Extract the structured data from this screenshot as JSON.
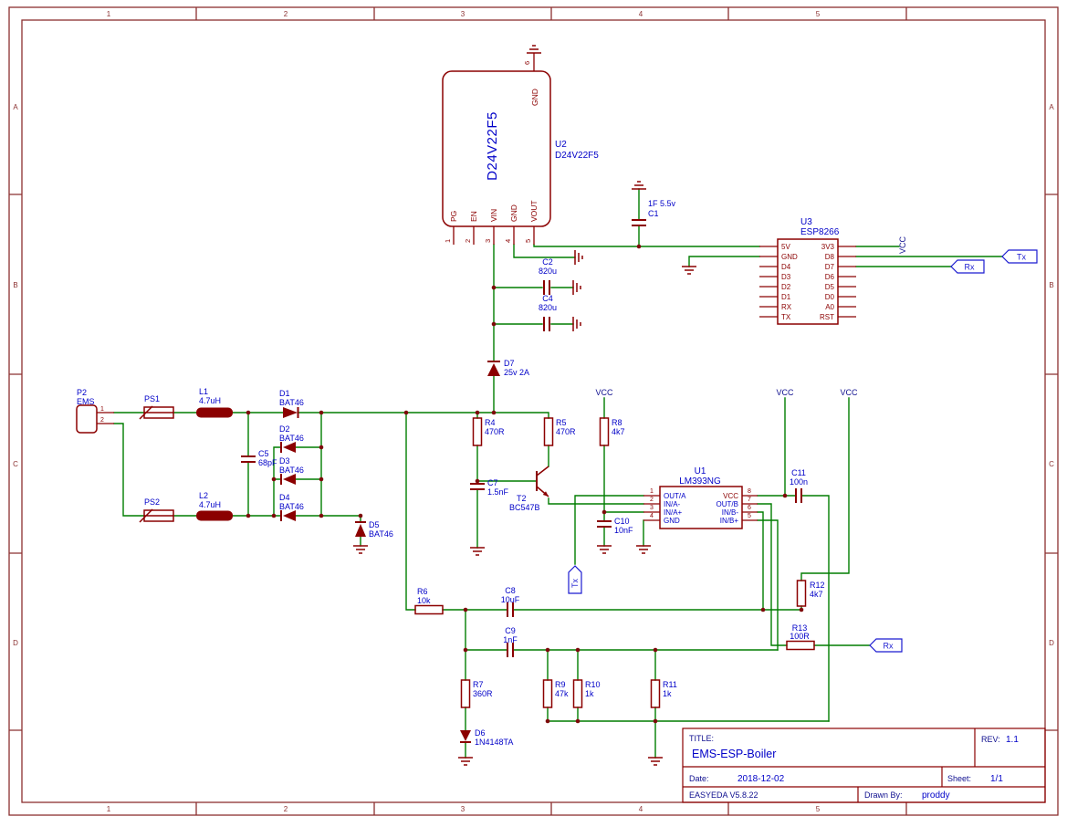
{
  "frame": {
    "columns": [
      "1",
      "2",
      "3",
      "4",
      "5"
    ],
    "rows": [
      "A",
      "B",
      "C",
      "D"
    ]
  },
  "labels": {
    "vcc": "VCC",
    "tx": "Tx",
    "rx": "Rx"
  },
  "u2": {
    "ref": "U2",
    "value": "D24V22F5",
    "body": "D24V22F5",
    "pin_numbers": [
      "1",
      "2",
      "3",
      "4",
      "5"
    ],
    "pin_names": [
      "PG",
      "EN",
      "VIN",
      "GND",
      "VOUT"
    ],
    "top_pin_number": "6",
    "top_pin_name": "GND"
  },
  "u3": {
    "ref": "U3",
    "value": "ESP8266",
    "left_pins": [
      "5V",
      "GND",
      "D4",
      "D3",
      "D2",
      "D1",
      "RX",
      "TX"
    ],
    "right_pins": [
      "3V3",
      "D8",
      "D7",
      "D6",
      "D5",
      "D0",
      "A0",
      "RST"
    ]
  },
  "u1": {
    "ref": "U1",
    "value": "LM393NG",
    "left_numbers": [
      "1",
      "2",
      "3",
      "4"
    ],
    "left_names": [
      "OUT/A",
      "IN/A-",
      "IN/A+",
      "GND"
    ],
    "right_numbers": [
      "8",
      "7",
      "6",
      "5"
    ],
    "right_names": [
      "VCC",
      "OUT/B",
      "IN/B-",
      "IN/B+"
    ]
  },
  "p2": {
    "ref": "P2",
    "value": "EMS",
    "pin_numbers": [
      "1",
      "2"
    ]
  },
  "parts": {
    "ps1": "PS1",
    "ps2": "PS2",
    "l1": {
      "ref": "L1",
      "value": "4.7uH"
    },
    "l2": {
      "ref": "L2",
      "value": "4.7uH"
    },
    "d1": {
      "ref": "D1",
      "value": "BAT46"
    },
    "d2": {
      "ref": "D2",
      "value": "BAT46"
    },
    "d3": {
      "ref": "D3",
      "value": "BAT46"
    },
    "d4": {
      "ref": "D4",
      "value": "BAT46"
    },
    "d5": {
      "ref": "D5",
      "value": "BAT46"
    },
    "d6": {
      "ref": "D6",
      "value": "1N4148TA"
    },
    "d7": {
      "ref": "D7",
      "value": "25v 2A"
    },
    "c1": {
      "ref": "C1",
      "value": "1F 5.5v"
    },
    "c2": {
      "ref": "C2",
      "value": "820u"
    },
    "c4": {
      "ref": "C4",
      "value": "820u"
    },
    "c5": {
      "ref": "C5",
      "value": "68pF"
    },
    "c7": {
      "ref": "C7",
      "value": "1.5nF"
    },
    "c8": {
      "ref": "C8",
      "value": "10uF"
    },
    "c9": {
      "ref": "C9",
      "value": "1nF"
    },
    "c10": {
      "ref": "C10",
      "value": "10nF"
    },
    "c11": {
      "ref": "C11",
      "value": "100n"
    },
    "r4": {
      "ref": "R4",
      "value": "470R"
    },
    "r5": {
      "ref": "R5",
      "value": "470R"
    },
    "r6": {
      "ref": "R6",
      "value": "10k"
    },
    "r7": {
      "ref": "R7",
      "value": "360R"
    },
    "r8": {
      "ref": "R8",
      "value": "4k7"
    },
    "r9": {
      "ref": "R9",
      "value": "47k"
    },
    "r10": {
      "ref": "R10",
      "value": "1k"
    },
    "r11": {
      "ref": "R11",
      "value": "1k"
    },
    "r12": {
      "ref": "R12",
      "value": "4k7"
    },
    "r13": {
      "ref": "R13",
      "value": "100R"
    },
    "t2": {
      "ref": "T2",
      "value": "BC547B"
    }
  },
  "title_block": {
    "title_label": "TITLE:",
    "title": "EMS-ESP-Boiler",
    "rev_label": "REV:",
    "rev": "1.1",
    "date_label": "Date:",
    "date": "2018-12-02",
    "sheet_label": "Sheet:",
    "sheet": "1/1",
    "tool": "EASYEDA V5.8.22",
    "drawn_by_label": "Drawn By:",
    "drawn_by": "proddy"
  }
}
